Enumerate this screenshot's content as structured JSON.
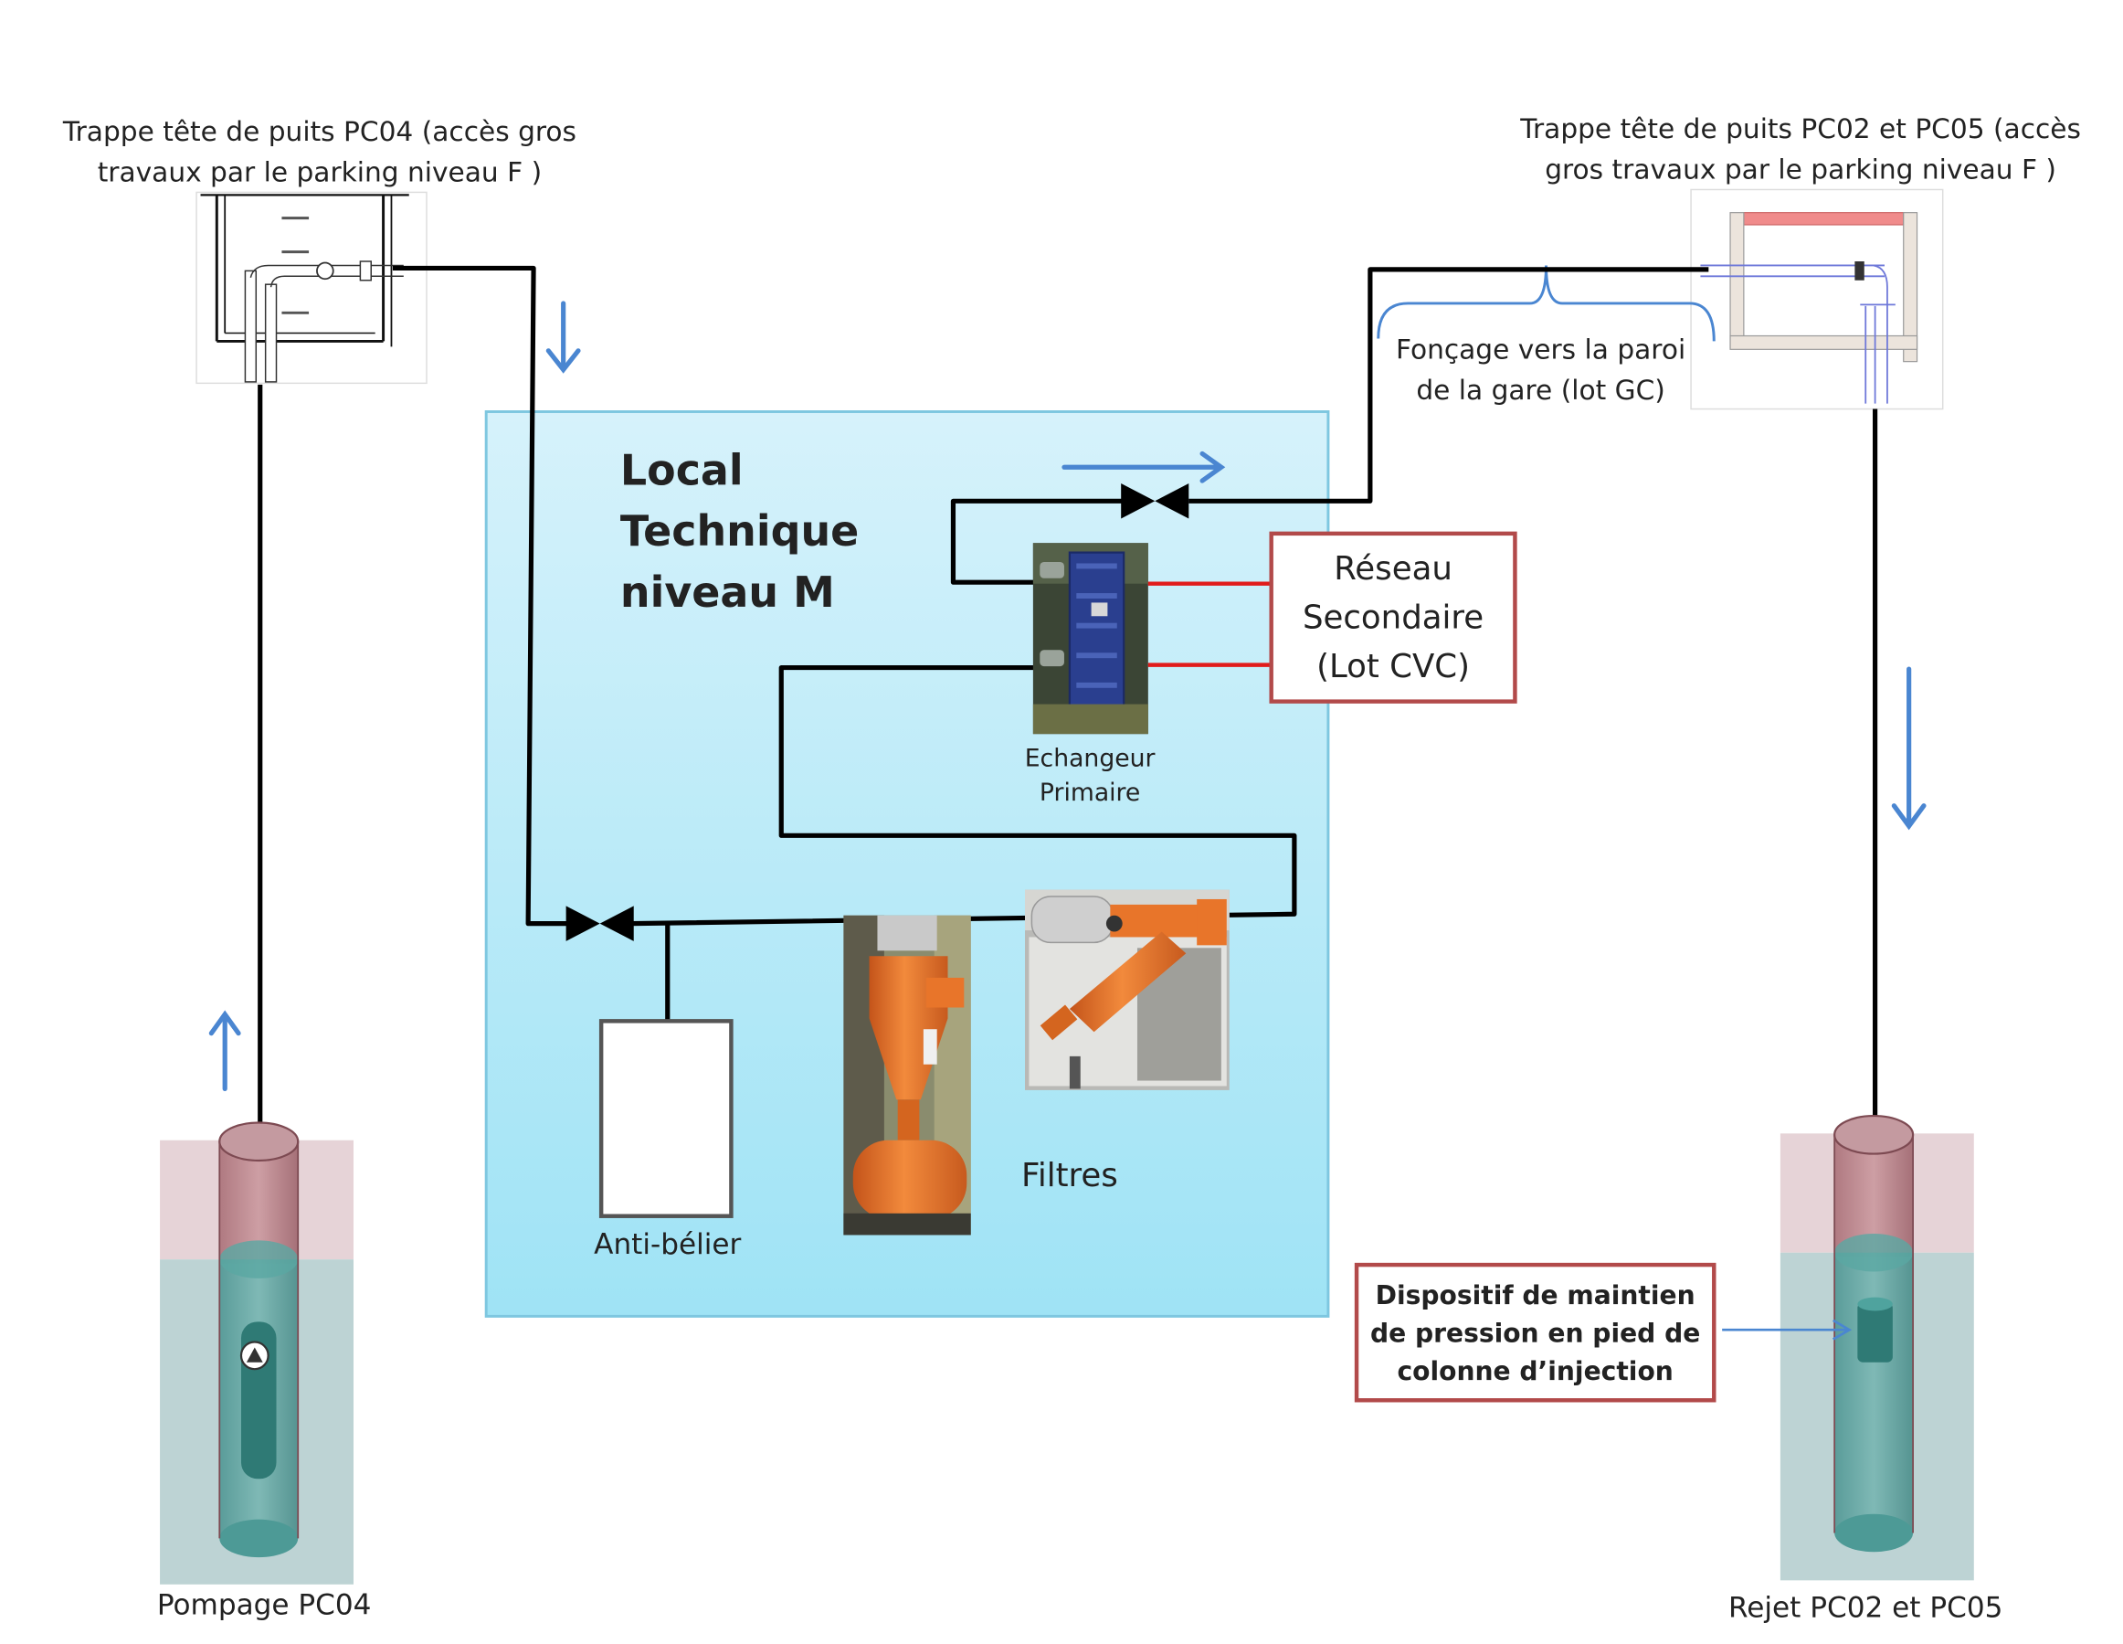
{
  "labels": {
    "trappe_pc04_line1": "Trappe tête de puits PC04  (accès gros",
    "trappe_pc04_line2": "travaux par le parking  niveau F )",
    "trappe_pc02_line1": "Trappe tête de puits PC02 et PC05  (accès",
    "trappe_pc02_line2": "gros travaux par le parking  niveau F )",
    "foncage_line1": "Fonçage vers la paroi",
    "foncage_line2": "de la gare (lot GC)",
    "local_line1": "Local",
    "local_line2": "Technique",
    "local_line3": "niveau M",
    "reseau_line1": "Réseau",
    "reseau_line2": "Secondaire",
    "reseau_line3": "(Lot CVC)",
    "echangeur_line1": "Echangeur",
    "echangeur_line2": "Primaire",
    "filtres": "Filtres",
    "anti_belier": "Anti-bélier",
    "dispositif_line1": "Dispositif de maintien",
    "dispositif_line2": "de pression en pied de",
    "dispositif_line3": "colonne d’injection",
    "pompage": "Pompage PC04",
    "rejet": "Rejet PC02 et PC05"
  },
  "colors": {
    "pipe": "#000000",
    "flow_arrow": "#4a86d1",
    "local_fill_top": "#d6f2fb",
    "local_fill_bottom": "#9fe3f5",
    "box_border": "#b24a4a",
    "secondary_pipe": "#e11b1b",
    "well_top": "#e6d3d7",
    "well_bottom": "#bdd3d4",
    "well_tube": "#6aa8a6",
    "filter_orange": "#e8752a",
    "exchanger_blue": "#2a3f8f"
  }
}
